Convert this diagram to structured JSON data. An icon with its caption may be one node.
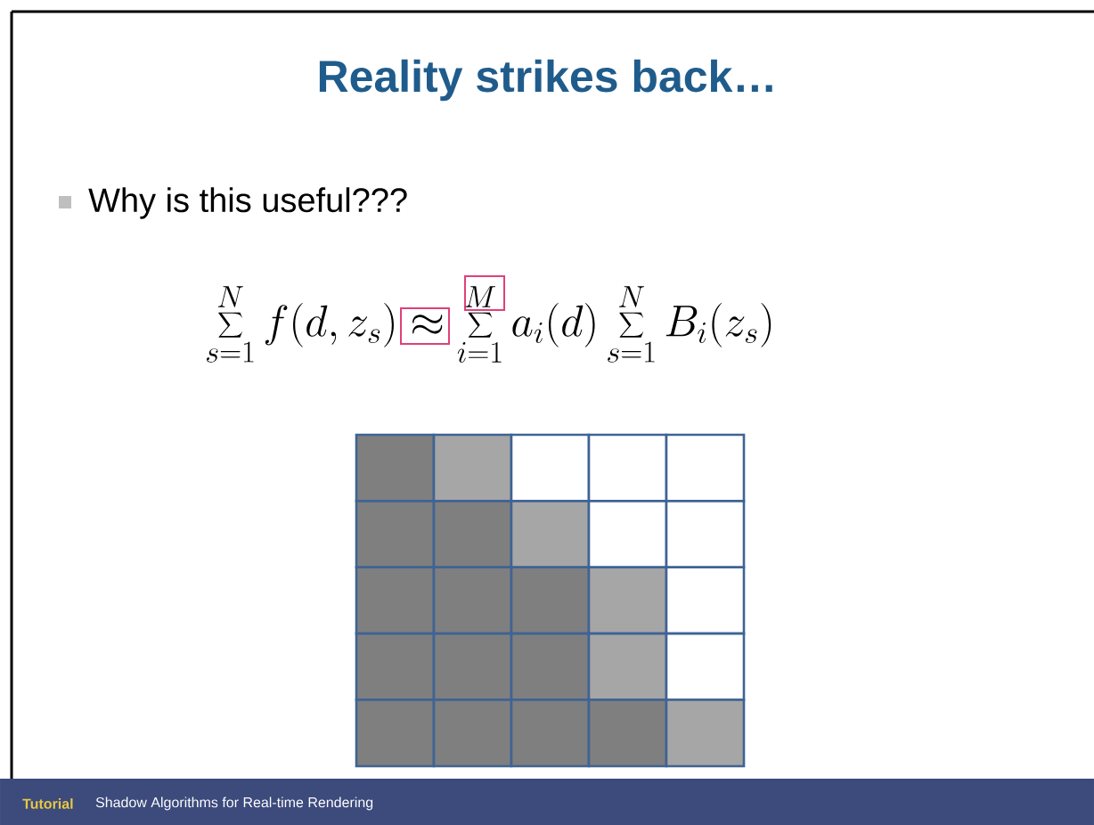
{
  "diagram": {
    "title": "Reality strikes back…",
    "labels": [
      "Why is this useful???",
      "\\sum_{s=1}^{N} f(d,z_s) \\approx \\sum_{i=1}^{M} a_i(d) \\sum_{s=1}^{N} B_i(z_s)",
      "Tutorial",
      "Shadow Algorithms for Real-time Rendering"
    ]
  }
}
